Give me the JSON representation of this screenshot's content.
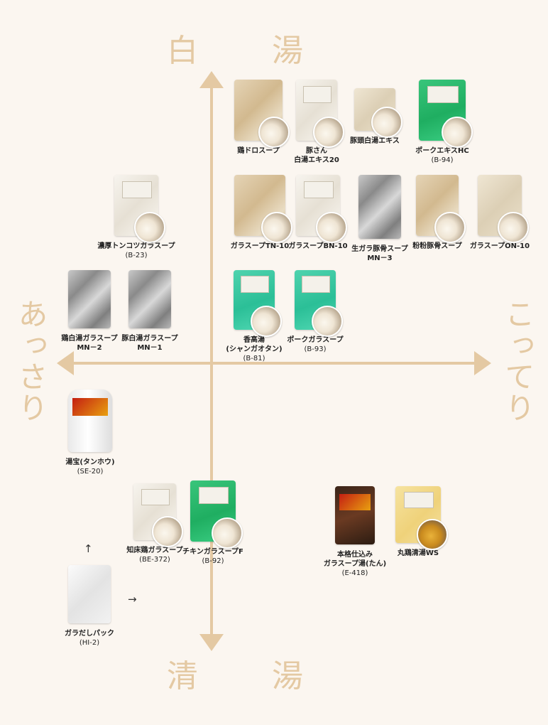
{
  "chart_data": {
    "type": "scatter",
    "axes": {
      "top": "白　湯",
      "bottom": "清　湯",
      "left": "あっさり",
      "right": "こってり"
    },
    "colors": {
      "axis": "#e4c9a3",
      "background": "#fbf6f0"
    },
    "points": [
      {
        "id": "p01",
        "name": [
          "鶏ドロスープ"
        ],
        "code": "",
        "style": "tan",
        "bowl": "white"
      },
      {
        "id": "p02",
        "name": [
          "豚さん",
          "白湯エキス20"
        ],
        "code": "",
        "style": "white",
        "bowl": "white"
      },
      {
        "id": "p03",
        "name": [
          "豚頭白湯エキス"
        ],
        "code": "",
        "style": "cream",
        "bowl": "white"
      },
      {
        "id": "p04",
        "name": [
          "ポークエキスHC"
        ],
        "code": "(B-94)",
        "style": "green",
        "bowl": "white"
      },
      {
        "id": "p05",
        "name": [
          "ガラスープTN-10"
        ],
        "code": "",
        "style": "tan",
        "bowl": "white"
      },
      {
        "id": "p06",
        "name": [
          "ガラスープBN-10"
        ],
        "code": "",
        "style": "white",
        "bowl": "white"
      },
      {
        "id": "p07",
        "name": [
          "生ガラ豚骨スープ",
          "MN－3"
        ],
        "code": "",
        "style": "silver",
        "bowl": "none"
      },
      {
        "id": "p08",
        "name": [
          "粉粉豚骨スープ"
        ],
        "code": "",
        "style": "tan",
        "bowl": "white"
      },
      {
        "id": "p09",
        "name": [
          "ガラスープON-10"
        ],
        "code": "",
        "style": "cream",
        "bowl": "white"
      },
      {
        "id": "p10",
        "name": [
          "濃厚トンコツガラスープ"
        ],
        "code": "(B-23)",
        "style": "white",
        "bowl": "white"
      },
      {
        "id": "p11",
        "name": [
          "香高湯",
          "(シャンガオタン)"
        ],
        "code": "(B-81)",
        "style": "teal",
        "bowl": "white"
      },
      {
        "id": "p12",
        "name": [
          "ポークガラスープ"
        ],
        "code": "(B-93)",
        "style": "teal",
        "bowl": "white"
      },
      {
        "id": "p13",
        "name": [
          "鶏白湯ガラスープ",
          "MN－2"
        ],
        "code": "",
        "style": "silver",
        "bowl": "none"
      },
      {
        "id": "p14",
        "name": [
          "豚白湯ガラスープ",
          "MN－1"
        ],
        "code": "",
        "style": "silver",
        "bowl": "none"
      },
      {
        "id": "p15",
        "name": [
          "湯宝(タンホウ)"
        ],
        "code": "(SE-20)",
        "style": "bottle",
        "bowl": "none"
      },
      {
        "id": "p16",
        "name": [
          "知床鶏ガラスープ"
        ],
        "code": "(BE-372)",
        "style": "white",
        "bowl": "white"
      },
      {
        "id": "p17",
        "name": [
          "チキンガラスープF"
        ],
        "code": "(B-92)",
        "style": "green",
        "bowl": "white"
      },
      {
        "id": "p18",
        "name": [
          "本格仕込み",
          "ガラスープ湯(たん)"
        ],
        "code": "(E-418)",
        "style": "dark",
        "bowl": "none"
      },
      {
        "id": "p19",
        "name": [
          "丸鶏清湯WS"
        ],
        "code": "",
        "style": "yellow",
        "bowl": "gold"
      },
      {
        "id": "p20",
        "name": [
          "ガラだしパック"
        ],
        "code": "(HI-2)",
        "style": "pack",
        "bowl": "none"
      }
    ]
  }
}
